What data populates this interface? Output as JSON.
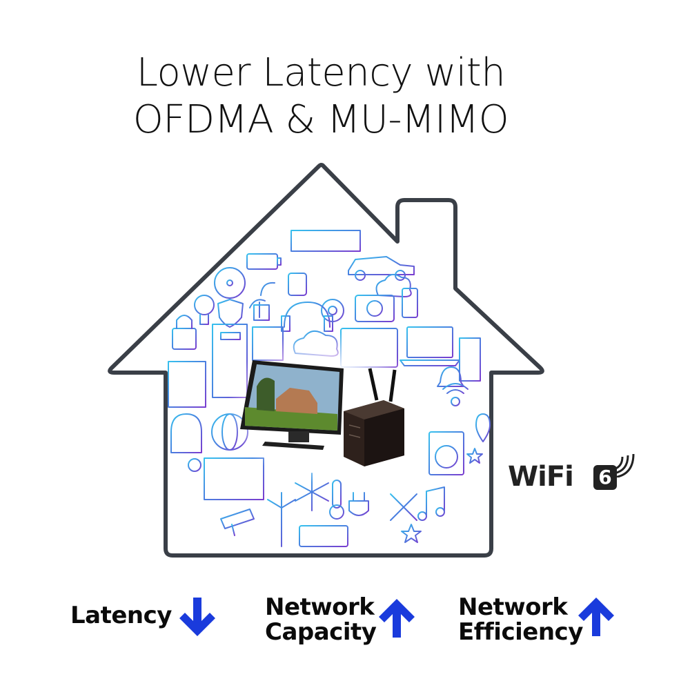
{
  "headline": {
    "line1": "Lower Latency with",
    "line2": "OFDMA & MU-MIMO"
  },
  "wifi_badge": {
    "text": "WiFi",
    "number": "6"
  },
  "stats": [
    {
      "line1": "Latency",
      "line2": "",
      "direction": "down"
    },
    {
      "line1": "Network",
      "line2": "Capacity",
      "direction": "up"
    },
    {
      "line1": "Network",
      "line2": "Efficiency",
      "direction": "up"
    }
  ],
  "colors": {
    "house_outline": "#3a3f47",
    "arrow_blue": "#1a3bdc",
    "icon_cyan": "#3fb0e0",
    "icon_purple": "#6a3fd0"
  }
}
